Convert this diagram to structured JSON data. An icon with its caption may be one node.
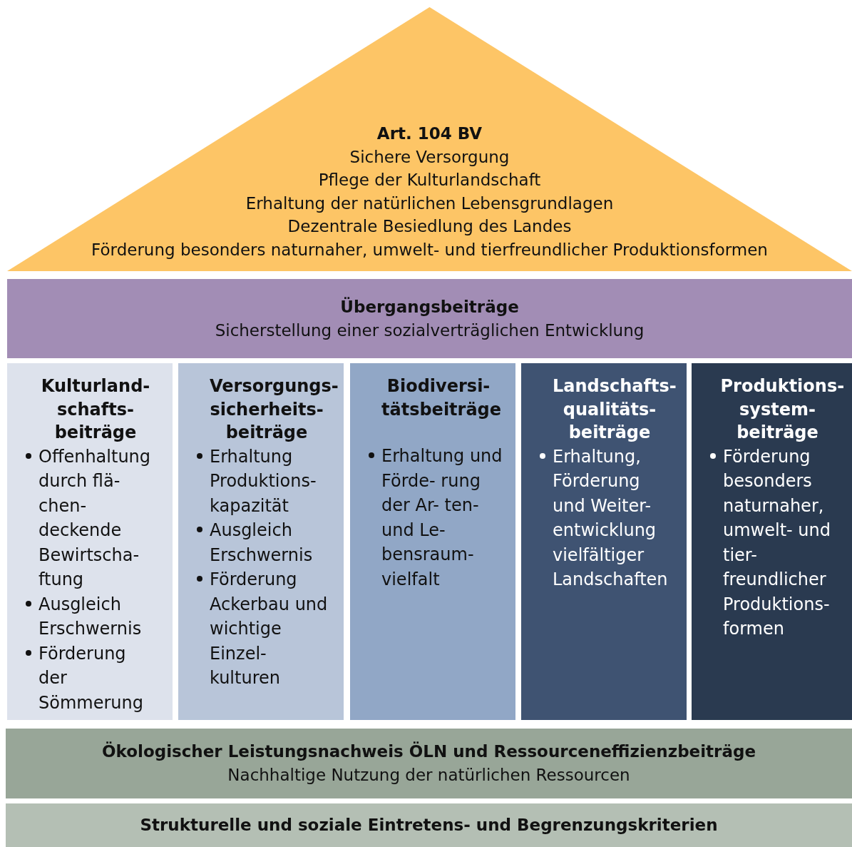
{
  "diagram": {
    "nodes": [
      {
        "text": [
          "Art. 104 BV",
          "Sichere Versorgung",
          "Pflege der Kulturlandschaft",
          "Erhaltung der natürlichen Lebensgrundlagen",
          "Dezentrale Besiedlung des Landes",
          "Förderung besonders naturnaher, umwelt- und tierfreundlicher Produktionsformen"
        ]
      },
      {
        "text": [
          "Übergangsbeiträge",
          "Sicherstellung einer sozialverträglichen Entwicklung"
        ]
      },
      {
        "text": [
          "Kulturland- schafts- beiträge",
          "Offenhaltung durch flä- chen- deckende Bewirtscha- ftung",
          "Ausgleich Erschwernis",
          "Förderung der Sömmerung"
        ]
      },
      {
        "text": [
          "Versorgungs- sicherheits- beiträge",
          "Erhaltung Produktions- kapazität",
          "Ausgleich Erschwernis",
          "Förderung Ackerbau und wichtige Einzel- kulturen"
        ]
      },
      {
        "text": [
          "Biodiversi- tätsbeiträge",
          "Erhaltung und Förde- rung der Ar- ten- und Le- bensraum- vielfalt"
        ]
      },
      {
        "text": [
          "Landschafts- qualitäts- beiträge",
          "Erhaltung, Förderung und Weiter- entwicklung vielfältiger Landschaften"
        ]
      },
      {
        "text": [
          "Produktions- system- beiträge",
          "Förderung besonders naturnaher, umwelt- und tier- freundlicher Produktions- formen"
        ]
      },
      {
        "text": [
          "Ökologischer Leistungsnachweis ÖLN und Ressourceneffizienzbeiträge",
          "Nachhaltige Nutzung der natürlichen Ressourcen"
        ]
      },
      {
        "text": [
          "Strukturelle und soziale Eintretens- und Begrenzungskriterien"
        ]
      }
    ]
  }
}
